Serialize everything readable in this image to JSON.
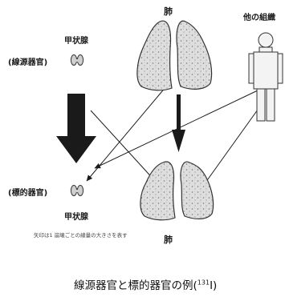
{
  "labels": {
    "lung_top": "肺",
    "other_tissue": "他の組織",
    "thyroid_top": "甲状腺",
    "source_organ": "(線源器官)",
    "target_organ": "(標的器官)",
    "thyroid_bottom": "甲状腺",
    "lung_bottom": "肺"
  },
  "note": "矢印は1 崩壊ごとの線量の大きさを表す",
  "caption": {
    "text": "線源器官と標的器官の例(",
    "superscript": "131",
    "suffix": "I)"
  },
  "colors": {
    "arrow": "#1a1a1a",
    "organ_fill": "#dcdcdc",
    "organ_stroke": "#333333",
    "body_fill": "#f2f2f2"
  },
  "icons": [
    "thyroid-icon",
    "lung-icon",
    "human-figure-icon",
    "arrow"
  ]
}
